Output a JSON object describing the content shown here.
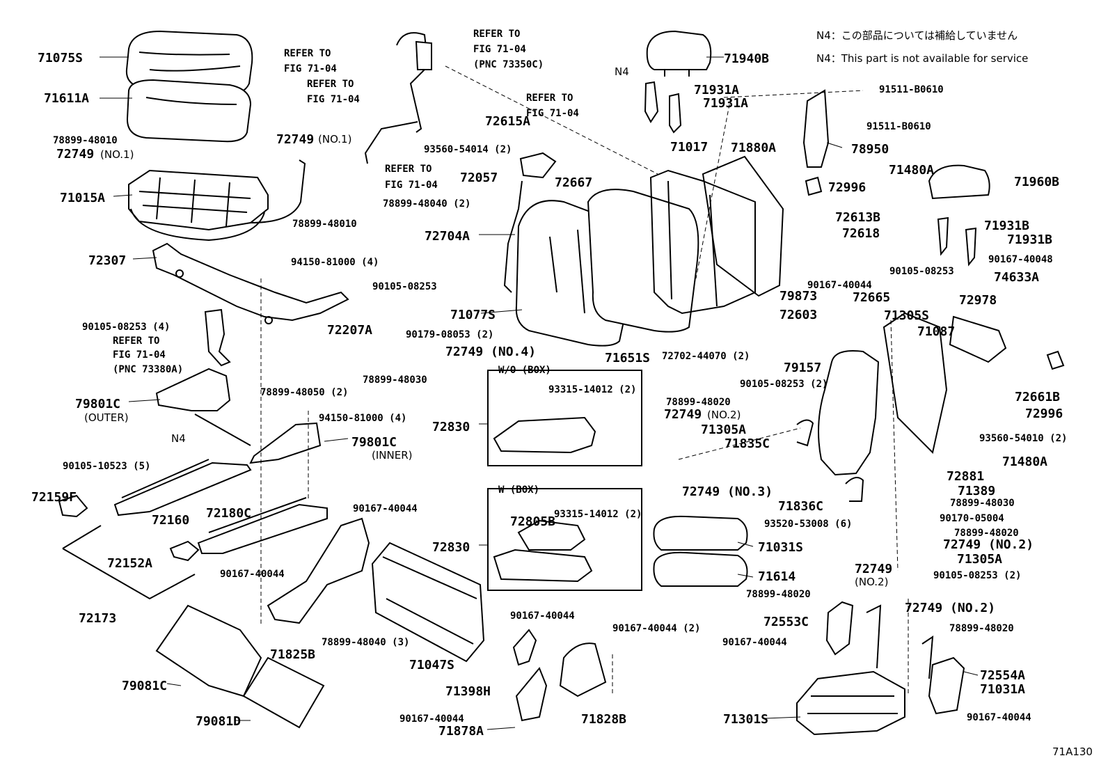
{
  "notes": {
    "n4_jp": "N4：この部品については補給していません",
    "n4_en": "N4：This part is not available for service",
    "figure_id": "71A130"
  },
  "boxes": {
    "without_box": "W/O (BOX)",
    "with_box": "W (BOX)"
  },
  "labels": {
    "l71075S": "71075S",
    "l71611A": "71611A",
    "l78899_48010_a": "78899-48010",
    "l72749_no1_a": "72749",
    "l72749_no1_a_suffix": "(NO.1)",
    "l71015A": "71015A",
    "l72749_no1_b": "72749",
    "l72749_no1_b_suffix": "(NO.1)",
    "l78899_48010_b": "78899-48010",
    "l72307": "72307",
    "l94150_81000_4_a": "94150-81000 (4)",
    "l90105_08253_a": "90105-08253",
    "l90105_08253_4": "90105-08253 (4)",
    "refer_seatbelt_1": "REFER TO",
    "refer_seatbelt_1b": "FIG 71-04",
    "refer_seatbelt_1c": "(PNC 73380A)",
    "l72207A": "72207A",
    "l90179_08053_2": "90179-08053 (2)",
    "l79801C_outer": "79801C",
    "l79801C_outer_sub": "(OUTER)",
    "l78899_48050_2": "78899-48050 (2)",
    "l94150_81000_4_b": "94150-81000 (4)",
    "n4_a": "N4",
    "l79801C_inner": "79801C",
    "l79801C_inner_sub": "(INNER)",
    "l90105_10523_5": "90105-10523 (5)",
    "l72159F": "72159F",
    "l72160": "72160",
    "l72180C": "72180C",
    "l72152A": "72152A",
    "l72173": "72173",
    "l90167_40044_a": "90167-40044",
    "l90167_40044_b": "90167-40044",
    "l71825B": "71825B",
    "l79081C": "79081C",
    "l79081D": "79081D",
    "refer_a_1": "REFER TO",
    "refer_a_2": "FIG 71-04",
    "refer_b_1": "REFER TO",
    "refer_b_2": "FIG 71-04",
    "refer_c_1": "REFER TO",
    "refer_c_2": "FIG 71-04",
    "refer_c_3": "(PNC 73350C)",
    "refer_d_1": "REFER TO",
    "refer_d_2": "FIG 71-04",
    "l93560_54014_2": "93560-54014 (2)",
    "l72057": "72057",
    "l78899_48040_2": "78899-48040 (2)",
    "l72704A": "72704A",
    "l71077S": "71077S",
    "l72749_no4": "72749 (NO.4)",
    "l78899_48030_a": "78899-48030",
    "l93315_14012_2_a": "93315-14012 (2)",
    "l72830_a": "72830",
    "l72830_b": "72830",
    "l72805B": "72805B",
    "l93315_14012_2_b": "93315-14012 (2)",
    "l78899_48040_3": "78899-48040 (3)",
    "l71047S": "71047S",
    "l90167_40044_c": "90167-40044",
    "l71398H": "71398H",
    "l90167_40044_d": "90167-40044",
    "l71878A": "71878A",
    "l90167_40044_2": "90167-40044 (2)",
    "l71828B": "71828B",
    "refer_e_1": "REFER TO",
    "refer_e_2": "FIG 71-04",
    "l72615A": "72615A",
    "n4_b": "N4",
    "l71940B": "71940B",
    "l71931A_a": "71931A",
    "l71931A_b": "71931A",
    "l72667": "72667",
    "l71017": "71017",
    "l71880A": "71880A",
    "l71651S": "71651S",
    "l72702_44070_2": "72702-44070 (2)",
    "l91511_B0610_a": "91511-B0610",
    "l91511_B0610_b": "91511-B0610",
    "l78950": "78950",
    "l71480A_a": "71480A",
    "l72996_a": "72996",
    "l71960B": "71960B",
    "l72613B": "72613B",
    "l72618": "72618",
    "l71931B_a": "71931B",
    "l71931B_b": "71931B",
    "l90167_40048": "90167-40048",
    "l90105_08253_b": "90105-08253",
    "l74633A": "74633A",
    "l90167_40044_e": "90167-40044",
    "l79873": "79873",
    "l72665": "72665",
    "l72978": "72978",
    "l72603": "72603",
    "l71305S": "71305S",
    "l71087": "71087",
    "l79157": "79157",
    "l90105_08253_2_a": "90105-08253 (2)",
    "l72661B": "72661B",
    "l72996_b": "72996",
    "l78899_48020_a": "78899-48020",
    "l72749_no2_a": "72749",
    "l72749_no2_a_suffix": "(NO.2)",
    "l71305A_a": "71305A",
    "l93560_54010_2": "93560-54010 (2)",
    "l71835C": "71835C",
    "l71480A_b": "71480A",
    "l72749_no3": "72749 (NO.3)",
    "l72881": "72881",
    "l71389": "71389",
    "l71836C": "71836C",
    "l78899_48030_b": "78899-48030",
    "l90170_05004": "90170-05004",
    "l93520_53008_6": "93520-53008 (6)",
    "l78899_48020_b": "78899-48020",
    "l72749_no2_b": "72749 (NO.2)",
    "l71031S": "71031S",
    "l71305A_b": "71305A",
    "l71614": "71614",
    "l72749_no2_c": "72749",
    "l72749_no2_c_suffix": "(NO.2)",
    "l90105_08253_2_b": "90105-08253 (2)",
    "l78899_48020_c": "78899-48020",
    "l72553C": "72553C",
    "l90167_40044_f": "90167-40044",
    "l72749_no2_d": "72749 (NO.2)",
    "l78899_48020_d": "78899-48020",
    "l72554A": "72554A",
    "l71031A": "71031A",
    "l71301S": "71301S",
    "l90167_40044_g": "90167-40044"
  }
}
